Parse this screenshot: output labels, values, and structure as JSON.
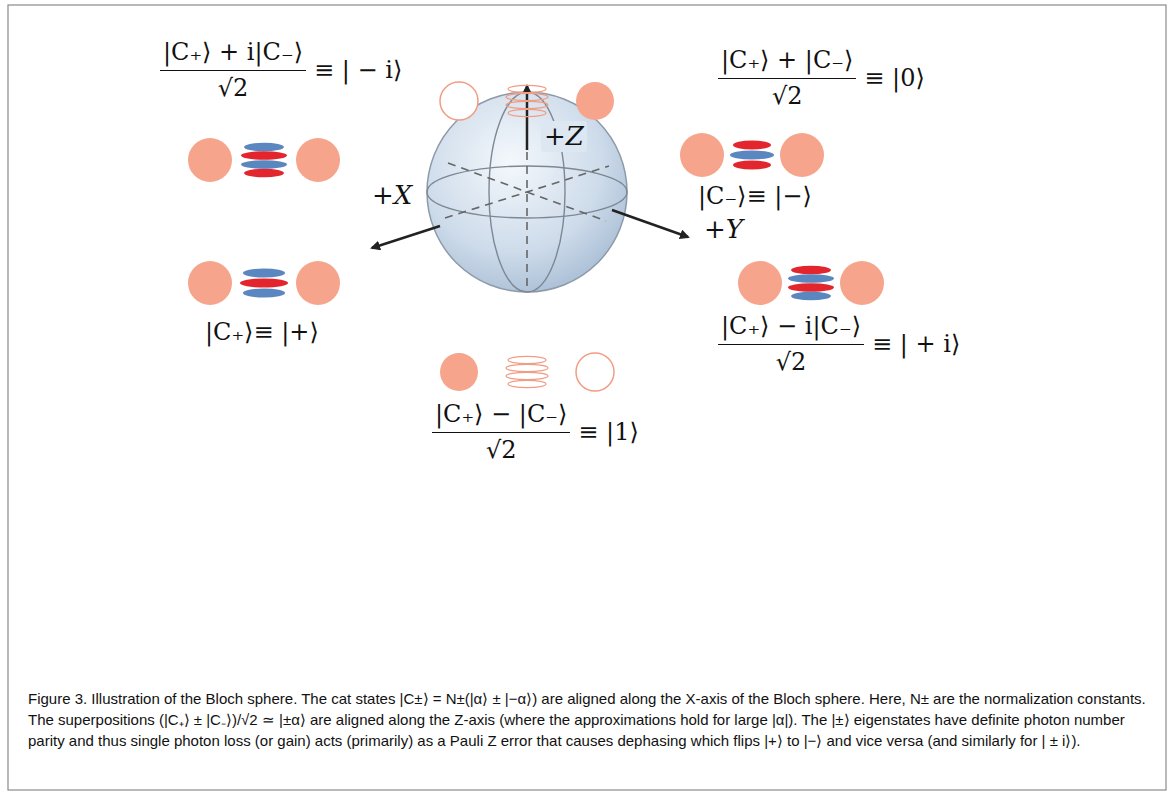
{
  "diagram": {
    "caption": "Figure 3. Illustration of the Bloch sphere. The cat states |C±⟩ = N±(|α⟩ ± |−α⟩) are aligned along the X-axis of the Bloch sphere. Here, N± are the normalization constants. The superpositions (|C₊⟩ ± |C₋⟩)/√2 ≃ |±α⟩ are aligned along the Z-axis (where the approximations hold for large |α|). The |±⟩ eigenstates have definite photon number parity and thus single photon loss (or gain) acts (primarily) as a Pauli Z error that causes dephasing which flips |+⟩ to |−⟩ and vice versa (and similarly for | ± i⟩).",
    "labels": [
      "+Z",
      "+X",
      "+Y",
      "|C₊⟩ + i|C₋⟩",
      "√2",
      "≡ | − i⟩",
      "|C₊⟩ + |C₋⟩",
      "√2",
      "≡ |0⟩",
      "|C₋⟩≡ |−⟩",
      "|C₊⟩≡ |+⟩",
      "|C₊⟩ − i|C₋⟩",
      "√2",
      "≡ | + i⟩",
      "|C₊⟩ − |C₋⟩",
      "√2",
      "≡ |1⟩"
    ]
  }
}
